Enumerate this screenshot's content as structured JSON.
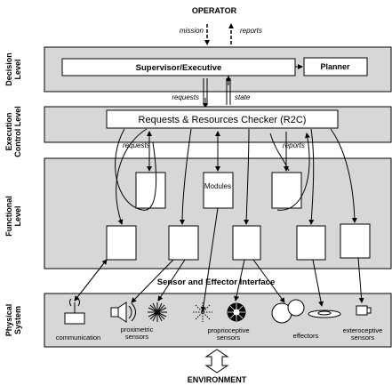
{
  "top_label": "OPERATOR",
  "bottom_label": "ENVIRONMENT",
  "operator_links": {
    "mission": "mission",
    "reports": "reports"
  },
  "levels": {
    "decision": [
      "Decision",
      "Level"
    ],
    "execution": [
      "Execution",
      "Control Level"
    ],
    "functional": [
      "Functional",
      "Level"
    ],
    "physical": [
      "Physical",
      "System"
    ]
  },
  "decision": {
    "supervisor": "Supervisor/Executive",
    "planner": "Planner"
  },
  "exec_links": {
    "requests": "requests",
    "state": "state"
  },
  "r2c": "Requests & Resources Checker (R2C)",
  "functional": {
    "requests": "requests",
    "reports": "reports",
    "modules": "Modules"
  },
  "interface": "Sensor and Effector Interface",
  "physical_labels": {
    "communication": "communication",
    "proximetric": [
      "proximetric",
      "sensors"
    ],
    "proprioceptive": [
      "proprioceptive",
      "sensors"
    ],
    "effectors": "effectors",
    "exteroceptive": [
      "exteroceptive",
      "sensors"
    ]
  },
  "icons": [
    "antenna-icon",
    "speaker-icon",
    "starburst-icon",
    "dotted-star-icon",
    "sunflower-icon",
    "circles-icon",
    "disc-icon",
    "camera-icon"
  ]
}
